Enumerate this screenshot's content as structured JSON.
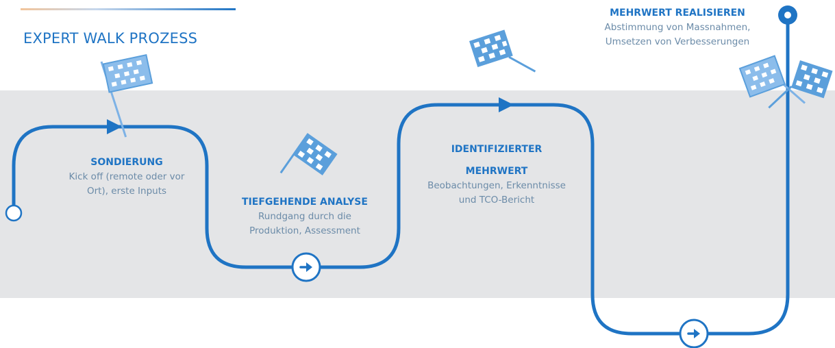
{
  "title": "EXPERT WALK PROZESS",
  "colors": {
    "accent": "#1f74c4",
    "flag": "#5b9fdb",
    "band": "#e4e5e7",
    "text_muted": "#6b8ba8"
  },
  "steps": [
    {
      "title": "SONDIERUNG",
      "lines": [
        "Kick off (remote oder vor",
        "Ort), erste Inputs"
      ]
    },
    {
      "title": "TIEFGEHENDE ANALYSE",
      "lines": [
        "Rundgang durch die",
        "Produktion, Assessment"
      ]
    },
    {
      "title_lines": [
        "IDENTIFIZIERTER",
        "MEHRWERT"
      ],
      "lines": [
        "Beobachtungen, Erkenntnisse",
        "und TCO-Bericht"
      ]
    },
    {
      "title": "MEHRWERT REALISIEREN",
      "lines": [
        "Abstimmung von Massnahmen,",
        "Umsetzen von Verbesserungen"
      ]
    }
  ],
  "icons": {
    "start": "start-circle-icon",
    "end": "end-pin-icon",
    "flag": "checkered-flag-icon",
    "arrow": "arrow-right-icon",
    "progress": "arrow-triangle-icon"
  }
}
